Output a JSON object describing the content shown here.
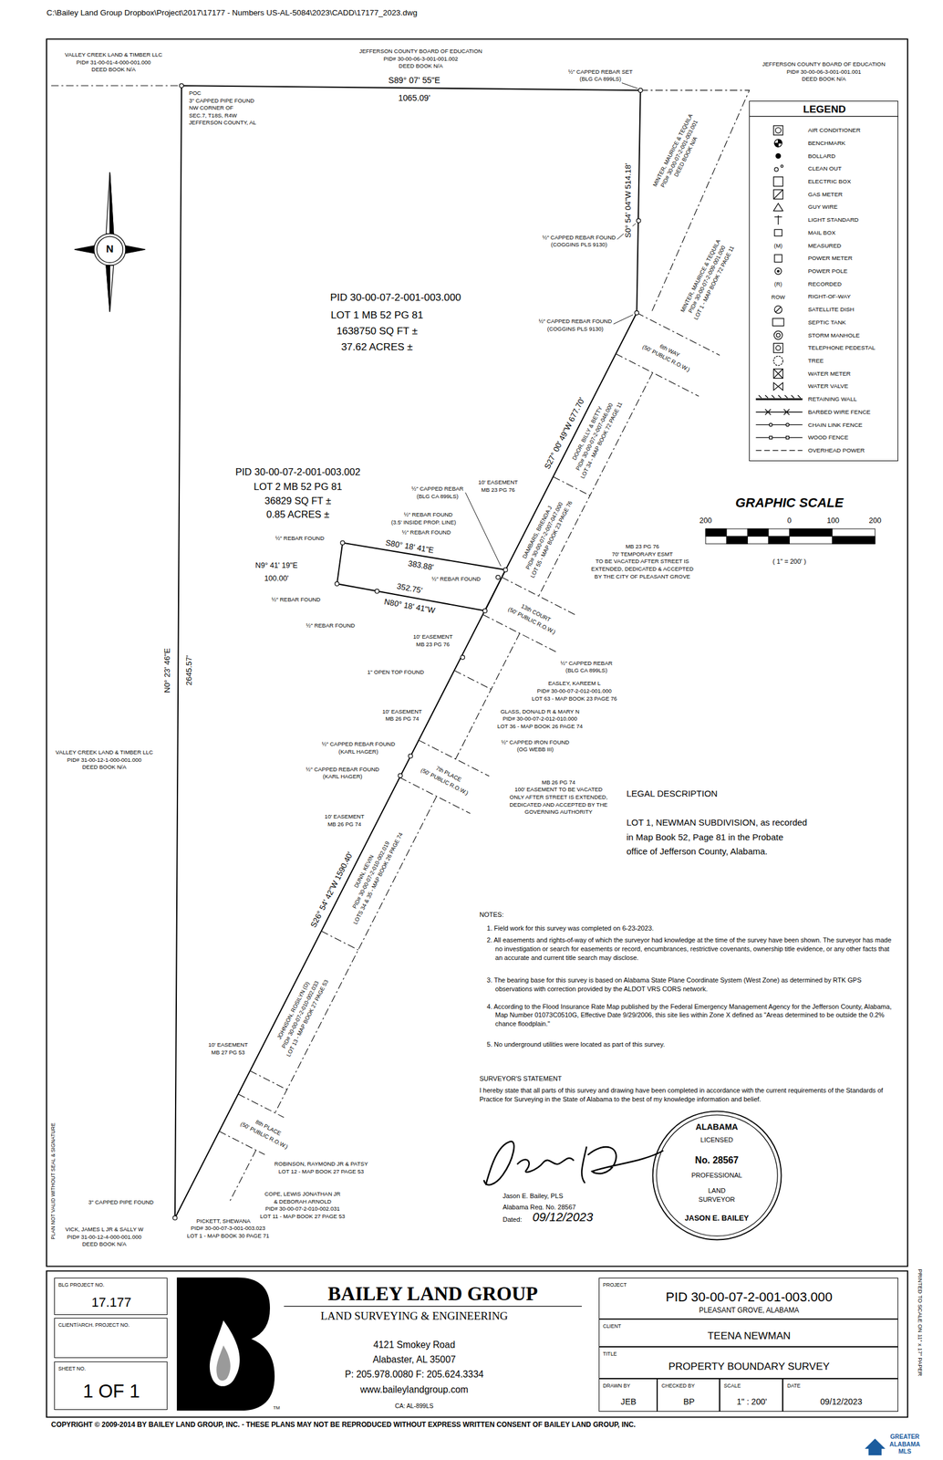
{
  "diagram": {
    "nodes": [
      {
        "text": [
          "LEGEND"
        ]
      },
      {
        "text": [
          "BLG PROJECT NO.",
          "17.177"
        ]
      },
      {
        "text": [
          "CLIENT/ARCH. PROJECT NO."
        ]
      },
      {
        "text": [
          "SHEET NO.",
          "1 OF 1"
        ]
      },
      {
        "text": [
          "PROJECT",
          "PID 30-00-07-2-001-003.000",
          "PLEASANT GROVE, ALABAMA"
        ]
      },
      {
        "text": [
          "CLIENT",
          "TEENA NEWMAN"
        ]
      },
      {
        "text": [
          "TITLE",
          "PROPERTY BOUNDARY SURVEY"
        ]
      },
      {
        "text": [
          "DRAWN BY",
          "JEB"
        ]
      },
      {
        "text": [
          "CHECKED BY",
          "BP"
        ]
      },
      {
        "text": [
          "SCALE",
          "1\" : 200'"
        ]
      },
      {
        "text": [
          "DATE",
          "09/12/2023"
        ]
      },
      {
        "text": [
          "ALABAMA",
          "LICENSED",
          "No. 28567",
          "PROFESSIONAL",
          "LAND",
          "SURVEYOR",
          "JASON E. BAILEY"
        ]
      }
    ],
    "labels": [
      "C:\\Bailey Land Group Dropbox\\Project\\2017\\17177 - Numbers US-AL-5084\\2023\\CADD\\17177_2023.dwg",
      "VALLEY CREEK LAND & TIMBER LLC",
      "PID# 31-00-01-4-000-001.000",
      "DEED BOOK N/A",
      "JEFFERSON COUNTY BOARD OF EDUCATION",
      "PID# 30-00-06-3-001-001.002",
      "DEED BOOK N/A",
      "JEFFERSON COUNTY BOARD OF EDUCATION",
      "PID# 30-00-06-3-001-001.001",
      "DEED BOOK N/A",
      "½\" CAPPED REBAR SET",
      "(BLG CA 899LS)",
      "S89° 07' 55\"E",
      "1065.09'",
      "POC",
      "3\" CAPPED PIPE FOUND",
      "NW CORNER OF",
      "SEC.7, T18S, R4W",
      "JEFFERSON COUNTY, AL",
      "N",
      "MINTER, MAURICE & TEQUILA",
      "PID# 30-00-07-2-001-003.001",
      "DEED BOOK N/A",
      "S0° 54' 04\"W 514.18'",
      "½\" CAPPED REBAR FOUND",
      "(COGGINS PLS 9130)",
      "MINTER, MAURICE & TEQUILA",
      "PID# 30-00-07-2-009-001.000",
      "LOT 1 - MAP BOOK 72 PAGE 11",
      "½\" CAPPED REBAR FOUND",
      "(COGGINS PLS 9130)",
      "6th WAY",
      "(50' PUBLIC R.O.W.)",
      "PID 30-00-07-2-001-003.000",
      "LOT 1 MB 52 PG 81",
      "1638750 SQ FT ±",
      "37.62 ACRES ±",
      "S27° 00' 49\"W 677.70'",
      "DOOR, BILLY & BETTY",
      "PID# 30-00-07-2-007-046.000",
      "LOT 34 - MAP BOOK 72 PAGE 11",
      "½\" CAPPED REBAR",
      "(BLG CA 899LS)",
      "10' EASEMENT",
      "MB 23 PG 76",
      "DAMBARS, BRENDA J",
      "PID# 30-00-07-2-007-047.000",
      "LOT 55 - MAP BOOK 23 PAGE 76",
      "PID 30-00-07-2-001-003.002",
      "LOT 2 MB 52 PG 81",
      "36829 SQ FT ±",
      "0.85 ACRES ±",
      "½\" REBAR FOUND",
      "(3.5' INSIDE PROP. LINE)",
      "½\" REBAR FOUND",
      "½\" REBAR FOUND",
      "S80° 18' 41\"E",
      "383.88'",
      "N9° 41' 19\"E",
      "100.00'",
      "352.75'",
      "N80° 18' 41\"W",
      "½\" REBAR FOUND",
      "½\" REBAR FOUND",
      "½\" REBAR FOUND",
      "MB 23 PG 76",
      "70' TEMPORARY ESMT",
      "TO BE VACATED AFTER STREET IS",
      "EXTENDED, DEDICATED & ACCEPTED",
      "BY THE CITY OF PLEASANT GROVE",
      "13th COURT",
      "(50' PUBLIC R.O.W.)",
      "½\" CAPPED REBAR",
      "(BLG CA 899LS)",
      "10' EASEMENT",
      "MB 23 PG 76",
      "EASLEY, KAREEM L",
      "PID# 30-00-07-2-012-001.000",
      "LOT 63 - MAP BOOK 23 PAGE 76",
      "1\" OPEN TOP FOUND",
      "10' EASEMENT",
      "MB 26 PG 74",
      "GLASS, DONALD R & MARY N",
      "PID# 30-00-07-2-012-010.000",
      "LOT 36 - MAP BOOK 26 PAGE 74",
      "½\" CAPPED IRON FOUND",
      "(OG WEBB III)",
      "7th PLACE",
      "(50' PUBLIC R.O.W.)",
      "½\" CAPPED REBAR FOUND",
      "(KARL HAGER)",
      "½\" CAPPED REBAR FOUND",
      "(KARL HAGER)",
      "MB 26 PG 74",
      "100' EASEMENT TO BE VACATED",
      "ONLY AFTER STREET IS EXTENDED,",
      "DEDICATED AND ACCEPTED BY THE",
      "GOVERNING AUTHORITY",
      "10' EASEMENT",
      "MB 26 PG 74",
      "DUNN, KEVIN",
      "PID# 30-00-07-2-010-002.019",
      "LOTS 34 & 35 - MAP BOOK 26 PAGE 74",
      "S26° 54' 42\"W 1590.40'",
      "JOHNSON, ROSILYN (D)",
      "PID# 30-00-07-2-010-002.033",
      "LOT 13 - MAP BOOK 27 PAGE 53",
      "10' EASEMENT",
      "MB 27 PG 53",
      "8th PLACE",
      "(50' PUBLIC R.O.W.)",
      "ROBINSON, RAYMOND JR & PATSY",
      "LOT 12 - MAP BOOK 27 PAGE 53",
      "COPE, LEWIS JONATHAN JR",
      "& DEBORAH ARNOLD",
      "PID# 30-00-07-2-010-002.031",
      "LOT 11 - MAP BOOK 27 PAGE 53",
      "PICKETT, SHEWANA",
      "PID# 30-00-07-3-001-003.023",
      "LOT 1 - MAP BOOK 30 PAGE 71",
      "3\" CAPPED PIPE FOUND",
      "VICK, JAMES L JR & SALLY W",
      "PID# 31-00-12-4-000-001.000",
      "DEED BOOK N/A",
      "VALLEY CREEK LAND & TIMBER LLC",
      "PID# 31-00-12-1-000-001.000",
      "DEED BOOK N/A",
      "N0° 23' 46\"E",
      "2645.57'",
      "PLAN NOT VALID WITHOUT SEAL & SIGNATURE",
      "PRINTED TO SCALE ON 11\" x 17\" PAPER",
      "GRAPHIC SCALE",
      "200",
      "0",
      "100",
      "200",
      "( 1\" = 200' )",
      "LEGAL DESCRIPTION",
      "LOT 1, NEWMAN SUBDIVISION, as recorded",
      "in Map Book 52, Page 81 in the Probate",
      "office of Jefferson County, Alabama.",
      "NOTES:",
      "1. Field work for this survey was completed on 6-23-2023.",
      "2. All easements and rights-of-way of which the surveyor had knowledge at the time of the survey have been shown. The surveyor has made no investigation or search for easements or record, encumbrances, restrictive covenants, ownership title evidence, or any other facts that an accurate and current title search may disclose.",
      "3. The bearing base for this survey is based on Alabama State Plane Coordinate System (West Zone) as determined by RTK GPS observations with correction provided by the ALDOT VRS CORS network.",
      "4. According to the Flood Insurance Rate Map published by the Federal Emergency Management Agency for the Jefferson County, Alabama, Map Number 01073C0510G, Effective Date 9/29/2006, this site lies within Zone X defined as \"Areas determined to be outside the 0.2% chance floodplain.\"",
      "5. No underground utilities were located as part of this survey.",
      "SURVEYOR'S STATEMENT",
      "I hereby state that all parts of this survey and drawing have been completed in accordance with the current requirements of the Standards of Practice for Surveying in the State of Alabama to the best of my knowledge information and belief.",
      "Jason E. Bailey, PLS",
      "Alabama Reg. No. 28567",
      "Dated:",
      "09/12/2023",
      "BAILEY LAND GROUP",
      "LAND SURVEYING & ENGINEERING",
      "4121 Smokey Road",
      "Alabaster, AL 35007",
      "P: 205.978.0080 F: 205.624.3334",
      "www.baileylandgroup.com",
      "CA: AL-899LS",
      "TM",
      "COPYRIGHT © 2009-2014 BY BAILEY LAND GROUP, INC. - THESE PLANS MAY NOT BE REPRODUCED WITHOUT EXPRESS WRITTEN CONSENT OF BAILEY LAND GROUP, INC.",
      "GREATER",
      "ALABAMA",
      "MLS",
      "(M)",
      "(R)",
      "ROW"
    ],
    "legend": [
      {
        "text": "AIR CONDITIONER"
      },
      {
        "text": "BENCHMARK"
      },
      {
        "text": "BOLLARD"
      },
      {
        "text": "CLEAN OUT"
      },
      {
        "text": "ELECTRIC BOX"
      },
      {
        "text": "GAS METER"
      },
      {
        "text": "GUY WIRE"
      },
      {
        "text": "LIGHT STANDARD"
      },
      {
        "text": "MAIL BOX"
      },
      {
        "text": "MEASURED"
      },
      {
        "text": "POWER METER"
      },
      {
        "text": "POWER POLE"
      },
      {
        "text": "RECORDED"
      },
      {
        "text": "RIGHT-OF-WAY"
      },
      {
        "text": "SATELLITE DISH"
      },
      {
        "text": "SEPTIC TANK"
      },
      {
        "text": "STORM MANHOLE"
      },
      {
        "text": "TELEPHONE PEDESTAL"
      },
      {
        "text": "TREE"
      },
      {
        "text": "WATER METER"
      },
      {
        "text": "WATER VALVE"
      },
      {
        "text": "RETAINING WALL"
      },
      {
        "text": "BARBED WIRE FENCE"
      },
      {
        "text": "CHAIN LINK FENCE"
      },
      {
        "text": "WOOD FENCE"
      },
      {
        "text": "OVERHEAD POWER"
      }
    ]
  }
}
